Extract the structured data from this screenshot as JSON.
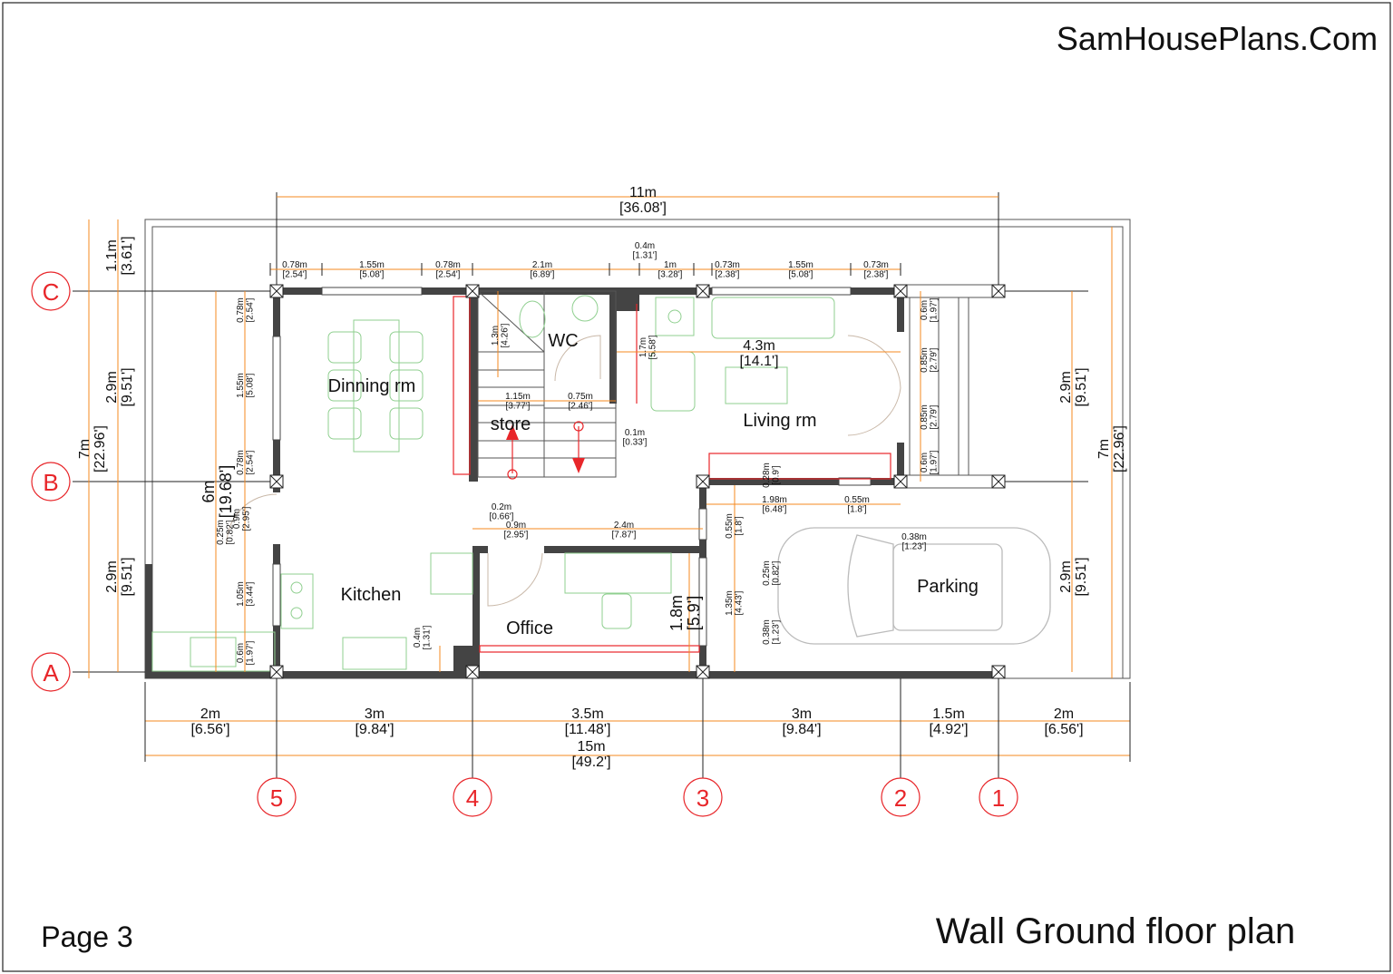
{
  "brand": "SamHousePlans.Com",
  "page_label": "Page 3",
  "plan_title": "Wall Ground floor plan",
  "overall": {
    "top": {
      "m": "11m",
      "ft": "[36.08']"
    },
    "bottom_total": {
      "m": "15m",
      "ft": "[49.2']"
    },
    "left_total": {
      "m": "7m",
      "ft": "[22.96']"
    },
    "right_total": {
      "m": "7m",
      "ft": "[22.96']"
    },
    "left_segments": [
      {
        "m": "1.1m",
        "ft": "[3.61']"
      },
      {
        "m": "2.9m",
        "ft": "[9.51']"
      },
      {
        "m": "2.9m",
        "ft": "[9.51']"
      }
    ],
    "right_segments": [
      {
        "m": "2.9m",
        "ft": "[9.51']"
      },
      {
        "m": "2.9m",
        "ft": "[9.51']"
      }
    ],
    "bottom_segments": [
      {
        "m": "2m",
        "ft": "[6.56']"
      },
      {
        "m": "3m",
        "ft": "[9.84']"
      },
      {
        "m": "3.5m",
        "ft": "[11.48']"
      },
      {
        "m": "3m",
        "ft": "[9.84']"
      },
      {
        "m": "1.5m",
        "ft": "[4.92']"
      },
      {
        "m": "2m",
        "ft": "[6.56']"
      }
    ],
    "inner_large": [
      {
        "m": "6m",
        "ft": "[19.68']"
      },
      {
        "m": "4.3m",
        "ft": "[14.1']"
      },
      {
        "m": "1.8m",
        "ft": "[5.9']"
      }
    ]
  },
  "grid_axes": {
    "rows": [
      "C",
      "B",
      "A"
    ],
    "columns": [
      "5",
      "4",
      "3",
      "2",
      "1"
    ]
  },
  "rooms": [
    "Dinning rm",
    "WC",
    "store",
    "Living rm",
    "Kitchen",
    "Office",
    "Parking"
  ],
  "small_dims": [
    {
      "m": "0.78m",
      "ft": "[2.54']"
    },
    {
      "m": "1.55m",
      "ft": "[5.08']"
    },
    {
      "m": "0.78m",
      "ft": "[2.54']"
    },
    {
      "m": "2.1m",
      "ft": "[6.89']"
    },
    {
      "m": "0.4m",
      "ft": "[1.31']"
    },
    {
      "m": "1m",
      "ft": "[3.28']"
    },
    {
      "m": "0.73m",
      "ft": "[2.38']"
    },
    {
      "m": "1.55m",
      "ft": "[5.08']"
    },
    {
      "m": "0.73m",
      "ft": "[2.38']"
    },
    {
      "m": "0.78m",
      "ft": "[2.54']"
    },
    {
      "m": "1.55m",
      "ft": "[5.08']"
    },
    {
      "m": "0.78m",
      "ft": "[2.54']"
    },
    {
      "m": "0.9m",
      "ft": "[2.95']"
    },
    {
      "m": "0.25m",
      "ft": "[0.82']"
    },
    {
      "m": "1.05m",
      "ft": "[3.44']"
    },
    {
      "m": "0.6m",
      "ft": "[1.97']"
    },
    {
      "m": "1.3m",
      "ft": "[4.26']"
    },
    {
      "m": "1.15m",
      "ft": "[3.77']"
    },
    {
      "m": "0.75m",
      "ft": "[2.46']"
    },
    {
      "m": "0.1m",
      "ft": "[0.33']"
    },
    {
      "m": "1.7m",
      "ft": "[5.58']"
    },
    {
      "m": "0.4m",
      "ft": "[1.31']"
    },
    {
      "m": "0.2m",
      "ft": "[0.66']"
    },
    {
      "m": "0.9m",
      "ft": "[2.95']"
    },
    {
      "m": "2.4m",
      "ft": "[7.87']"
    },
    {
      "m": "0.28m",
      "ft": "[0.9']"
    },
    {
      "m": "1.98m",
      "ft": "[6.48']"
    },
    {
      "m": "0.55m",
      "ft": "[1.8']"
    },
    {
      "m": "0.38m",
      "ft": "[1.23']"
    },
    {
      "m": "0.55m",
      "ft": "[1.8']"
    },
    {
      "m": "0.25m",
      "ft": "[0.82']"
    },
    {
      "m": "1.35m",
      "ft": "[4.43']"
    },
    {
      "m": "0.38m",
      "ft": "[1.23']"
    },
    {
      "m": "0.6m",
      "ft": "[1.97']"
    },
    {
      "m": "0.85m",
      "ft": "[2.79']"
    },
    {
      "m": "0.85m",
      "ft": "[2.79']"
    },
    {
      "m": "0.6m",
      "ft": "[1.97']"
    }
  ],
  "colors": {
    "dimension": "#f5891f",
    "grid_marker": "#e8262a",
    "wall": "#444444",
    "furniture": "#8fcf8f"
  }
}
